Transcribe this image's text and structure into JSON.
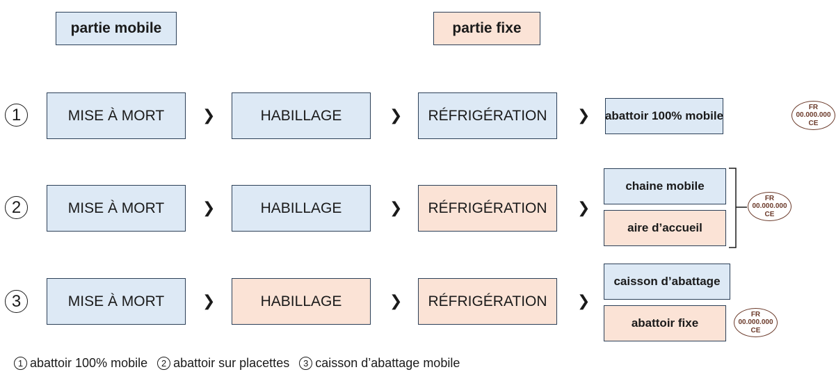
{
  "legend": {
    "mobile": "partie mobile",
    "fixed": "partie fixe"
  },
  "colors": {
    "mobile": "#dde9f5",
    "fixed": "#fbe3d6",
    "stroke": "#2b3f57",
    "stamp": "#6b3a2a"
  },
  "arrow_symbol": "❯",
  "rows": [
    {
      "number": "1",
      "steps": [
        "MISE À MORT",
        "HABILLAGE",
        "RÉFRIGÉRATION"
      ],
      "results": [
        "abattoir 100% mobile"
      ],
      "stamp": [
        "FR",
        "00.000.000",
        "CE"
      ]
    },
    {
      "number": "2",
      "steps": [
        "MISE À MORT",
        "HABILLAGE",
        "RÉFRIGÉRATION"
      ],
      "results": [
        "chaine mobile",
        "aire d’accueil"
      ],
      "stamp": [
        "FR",
        "00.000.000",
        "CE"
      ]
    },
    {
      "number": "3",
      "steps": [
        "MISE À MORT",
        "HABILLAGE",
        "RÉFRIGÉRATION"
      ],
      "results": [
        "caisson d’abattage",
        "abattoir fixe"
      ],
      "stamp": [
        "FR",
        "00.000.000",
        "CE"
      ]
    }
  ],
  "footer": [
    {
      "number": "1",
      "label": "abattoir 100% mobile"
    },
    {
      "number": "2",
      "label": "abattoir sur placettes"
    },
    {
      "number": "3",
      "label": "caisson d’abattage mobile"
    }
  ]
}
